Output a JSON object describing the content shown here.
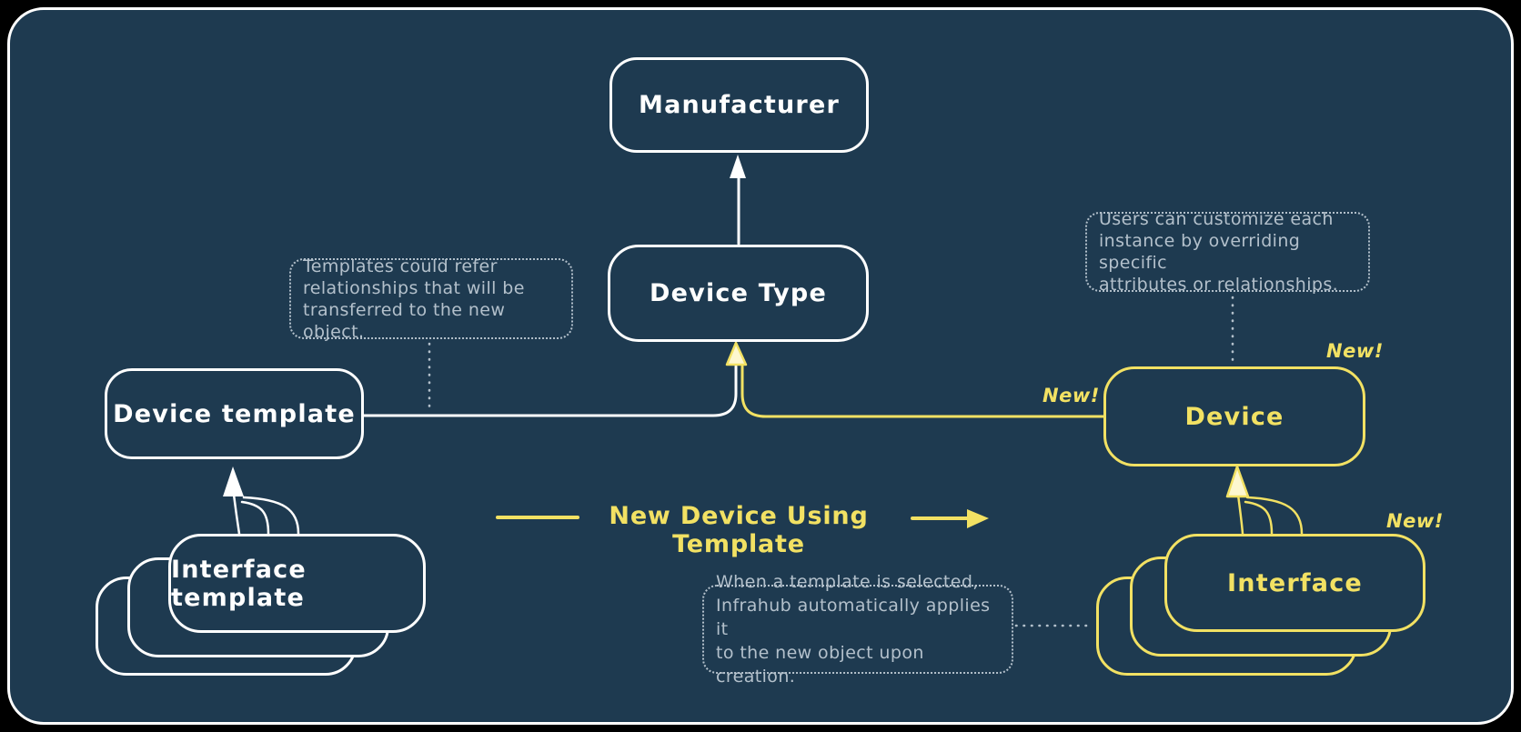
{
  "colors": {
    "canvas_background": "#1e3a50",
    "outer_background": "#000000",
    "primary_stroke": "#ffffff",
    "accent_yellow": "#f2e163",
    "note_gray": "#b3c0cb"
  },
  "nodes": {
    "manufacturer": {
      "label": "Manufacturer"
    },
    "device_type": {
      "label": "Device Type"
    },
    "device_template": {
      "label": "Device template"
    },
    "interface_template": {
      "label": "Interface template"
    },
    "device": {
      "label": "Device",
      "badge": "New!"
    },
    "interface": {
      "label": "Interface",
      "badge": "New!"
    }
  },
  "edges": {
    "flow_label": "New Device Using Template",
    "template_to_device_badge": "New!"
  },
  "annotations": {
    "templates_note": {
      "text": "Templates could refer relationships that will be transferred to the new object.",
      "lines": [
        "Templates could refer",
        "relationships that will be",
        "transferred to the new object."
      ]
    },
    "customize_note": {
      "text": "Users can customize each instance by overriding specific attributes or relationships.",
      "lines": [
        "Users can customize each",
        "instance by overriding specific",
        "attributes or relationships."
      ]
    },
    "apply_note": {
      "text": "When a template is selected, Infrahub automatically applies it to the new object upon creation.",
      "lines": [
        "When a template is selected,",
        "Infrahub automatically applies it",
        "to the new object upon creation."
      ]
    }
  }
}
